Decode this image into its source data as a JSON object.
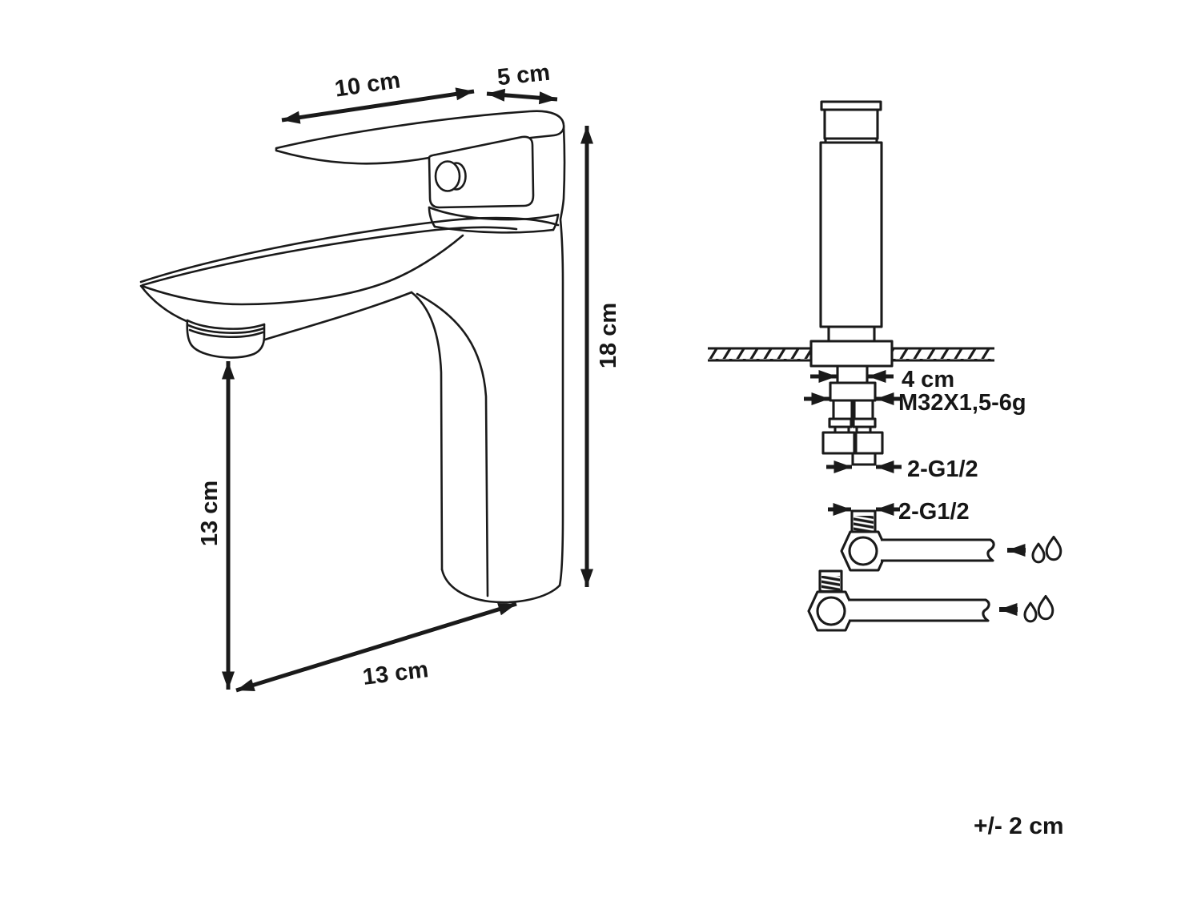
{
  "diagram": {
    "side_view": {
      "dimensions": {
        "handle_length": "10 cm",
        "head_depth": "5 cm",
        "total_height": "18 cm",
        "spout_clearance": "13 cm",
        "base_depth": "13 cm"
      }
    },
    "installation_view": {
      "labels": {
        "shank_width": "4 cm",
        "mounting_thread": "M32X1,5-6g",
        "hose_connection": "2-G1/2",
        "hose_connection_detail": "2-G1/2"
      }
    },
    "tolerance": "+/- 2 cm"
  },
  "colors": {
    "line": "#1a1a1a",
    "background": "#ffffff"
  }
}
